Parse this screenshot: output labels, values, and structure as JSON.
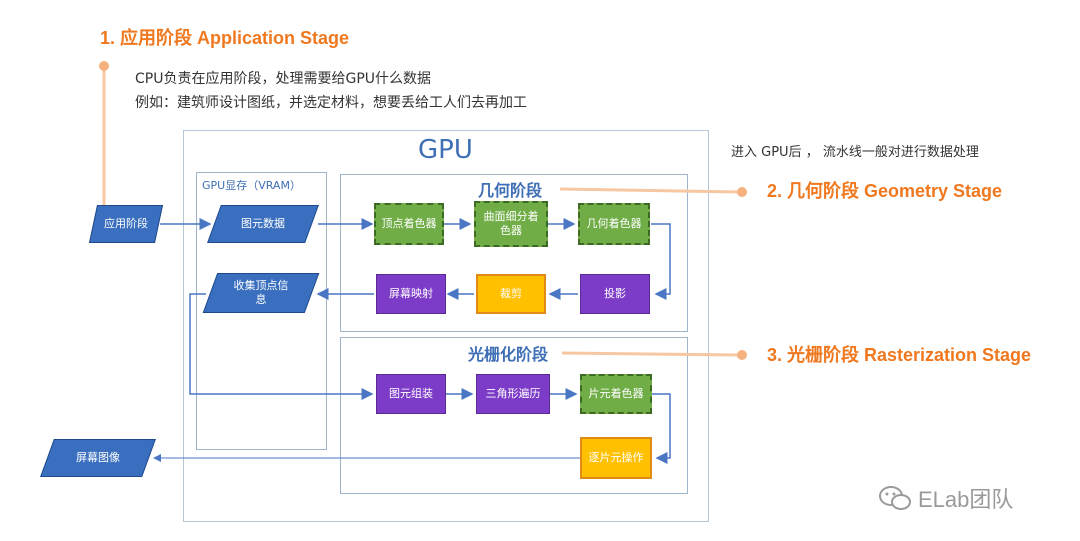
{
  "stage1": {
    "title": "1. 应用阶段 Application Stage",
    "desc_line1": "CPU负责在应用阶段，处理需要给GPU什么数据",
    "desc_line2": "例如：建筑师设计图纸，并选定材料，想要丢给工人们去再加工"
  },
  "stage2": {
    "title": "2. 几何阶段 Geometry Stage"
  },
  "stage3": {
    "title": "3. 光栅阶段 Rasterization Stage"
  },
  "gpu_note": "进入 GPU后 ， 流水线一般对进行数据处理",
  "diagram": {
    "gpu_title": "GPU",
    "vram_title": "GPU显存（VRAM）",
    "geometry_title": "几何阶段",
    "raster_title": "光栅化阶段",
    "app_stage": "应用阶段",
    "primitive_data": "图元数据",
    "collect_vertex": "收集顶点信息",
    "screen_image": "屏幕图像",
    "vertex_shader": "顶点着色器",
    "tessellation_shader": "曲面细分着色器",
    "geometry_shader": "几何着色器",
    "projection": "投影",
    "clipping": "裁剪",
    "screen_mapping": "屏幕映射",
    "primitive_assembly": "图元组装",
    "triangle_traversal": "三角形遍历",
    "fragment_shader": "片元着色器",
    "per_fragment_ops": "逐片元操作"
  },
  "watermark": "ELab团队",
  "colors": {
    "orange": "#f0781e",
    "blue": "#3a6fbf",
    "green": "#70ad47",
    "purple": "#7d3cc7",
    "yellow": "#ffc000"
  }
}
